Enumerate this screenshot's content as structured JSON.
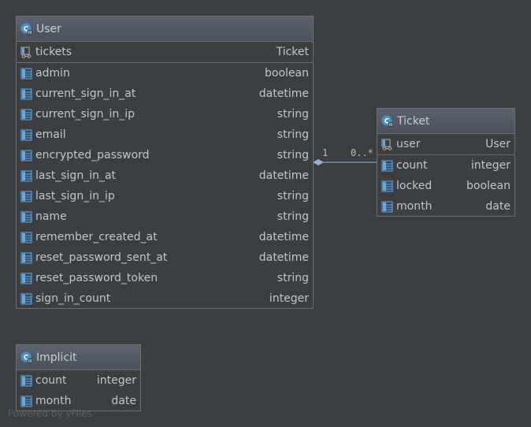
{
  "entities": {
    "user": {
      "title": "User",
      "relation": {
        "name": "tickets",
        "type": "Ticket"
      },
      "columns": [
        {
          "name": "admin",
          "type": "boolean"
        },
        {
          "name": "current_sign_in_at",
          "type": "datetime"
        },
        {
          "name": "current_sign_in_ip",
          "type": "string"
        },
        {
          "name": "email",
          "type": "string"
        },
        {
          "name": "encrypted_password",
          "type": "string"
        },
        {
          "name": "last_sign_in_at",
          "type": "datetime"
        },
        {
          "name": "last_sign_in_ip",
          "type": "string"
        },
        {
          "name": "name",
          "type": "string"
        },
        {
          "name": "remember_created_at",
          "type": "datetime"
        },
        {
          "name": "reset_password_sent_at",
          "type": "datetime"
        },
        {
          "name": "reset_password_token",
          "type": "string"
        },
        {
          "name": "sign_in_count",
          "type": "integer"
        }
      ]
    },
    "ticket": {
      "title": "Ticket",
      "relation": {
        "name": "user",
        "type": "User"
      },
      "columns": [
        {
          "name": "count",
          "type": "integer"
        },
        {
          "name": "locked",
          "type": "boolean"
        },
        {
          "name": "month",
          "type": "date"
        }
      ]
    },
    "implicit": {
      "title": "Implicit",
      "columns": [
        {
          "name": "count",
          "type": "integer"
        },
        {
          "name": "month",
          "type": "date"
        }
      ]
    }
  },
  "edge": {
    "source_multiplicity": "1",
    "target_multiplicity": "0..*"
  },
  "watermark": "Powered by yFiles",
  "colors": {
    "background": "#3c3f41",
    "header": "#4f5661",
    "border": "#6b6f73",
    "icon_blue": "#4a90c8",
    "edge": "#8fb0d8"
  }
}
